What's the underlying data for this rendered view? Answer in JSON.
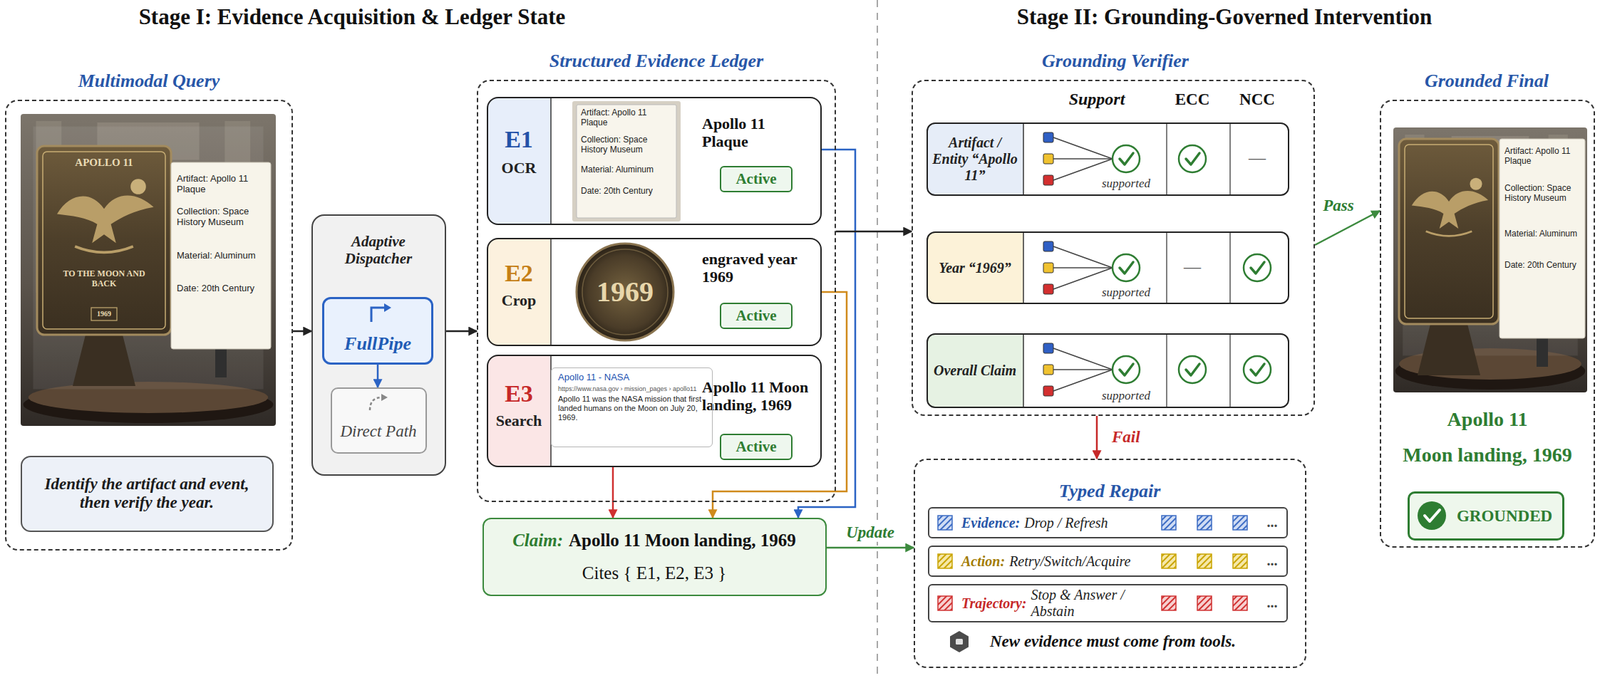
{
  "diagram": {
    "nodes": [
      {
        "text": [
          "Multimodal Query"
        ]
      },
      {
        "text": [
          "Identify the artifact and event, then verify the year."
        ],
        "in": 0
      },
      {
        "text": [
          "Adaptive Dispatcher"
        ]
      },
      {
        "text": [
          "FullPipe"
        ],
        "in": 2
      },
      {
        "text": [
          "Direct Path"
        ],
        "in": 2
      },
      {
        "text": [
          "Structured Evidence Ledger"
        ]
      },
      {
        "text": [
          "E1",
          "OCR",
          "Apollo 11 Plaque"
        ],
        "in": 5
      },
      {
        "text": [
          "Active"
        ],
        "in": 6
      },
      {
        "text": [
          "E2",
          "Crop",
          "engraved year 1969"
        ],
        "in": 5
      },
      {
        "text": [
          "Active"
        ],
        "in": 8
      },
      {
        "text": [
          "E3",
          "Search",
          "Apollo 11 Moon landing, 1969"
        ],
        "in": 5
      },
      {
        "text": [
          "Apollo 11 - NASA",
          "https://www.nasa.gov › mission_pages › apollo11",
          "Apollo 11 was the NASA mission that first landed humans on the Moon on July 20, 1969."
        ],
        "in": 10
      },
      {
        "text": [
          "Active"
        ],
        "in": 10
      },
      {
        "text": [
          "Claim:",
          "Apollo 11 Moon landing, 1969",
          "Cites { E1, E2, E3 }"
        ]
      },
      {
        "text": [
          "Grounding Verifier",
          "Support",
          "ECC",
          "NCC"
        ]
      },
      {
        "text": [
          "Artifact / Entity “Apollo 11”",
          "supported",
          "—"
        ],
        "in": 14
      },
      {
        "text": [
          "Year “1969”",
          "supported",
          "—"
        ],
        "in": 14
      },
      {
        "text": [
          "Overall Claim",
          "supported"
        ],
        "in": 14
      },
      {
        "text": [
          "Typed Repair",
          "New evidence must come from tools."
        ]
      },
      {
        "text": [
          "Evidence:",
          "Drop / Refresh",
          "..."
        ],
        "in": 18
      },
      {
        "text": [
          "Action:",
          "Retry/Switch/Acquire",
          "..."
        ],
        "in": 18
      },
      {
        "text": [
          "Trajectory:",
          "Stop & Answer / Abstain",
          "..."
        ],
        "in": 18
      },
      {
        "text": [
          "Grounded Final",
          "Apollo 11",
          "Moon landing, 1969"
        ]
      },
      {
        "text": [
          "GROUNDED"
        ],
        "in": 22
      }
    ],
    "edges": [
      {
        "from": 0,
        "to": 2,
        "arrow": "to"
      },
      {
        "from": 2,
        "to": 5,
        "arrow": "to"
      },
      {
        "from": 3,
        "to": 4,
        "arrow": "to"
      },
      {
        "from": 6,
        "to": 13,
        "arrow": "to"
      },
      {
        "from": 8,
        "to": 13,
        "arrow": "to"
      },
      {
        "from": 10,
        "to": 13,
        "arrow": "to"
      },
      {
        "from": 13,
        "to": 18,
        "label": "Update",
        "arrow": "to"
      },
      {
        "from": 5,
        "to": 14,
        "arrow": "to"
      },
      {
        "from": 14,
        "to": 18,
        "label": "Fail",
        "arrow": "to"
      },
      {
        "from": 14,
        "to": 22,
        "label": "Pass",
        "arrow": "to"
      }
    ],
    "labels": [
      "Stage I: Evidence Acquisition & Ledger State",
      "Stage II: Grounding-Governed Intervention",
      "APOLLO 11",
      "TO THE MOON AND BACK",
      "1969",
      "Artifact: Apollo 11 Plaque",
      "Collection: Space History Museum",
      "Material: Aluminum",
      "Date: 20th Century",
      "Artifact: Apollo 11 Plaque",
      "Collection: Space History Museum",
      "Material: Aluminum",
      "Date: 20th Century",
      "1969",
      "Artifact: Apollo 11 Plaque",
      "Collection: Space History Museum",
      "Material: Aluminum",
      "Date: 20th Century"
    ]
  }
}
